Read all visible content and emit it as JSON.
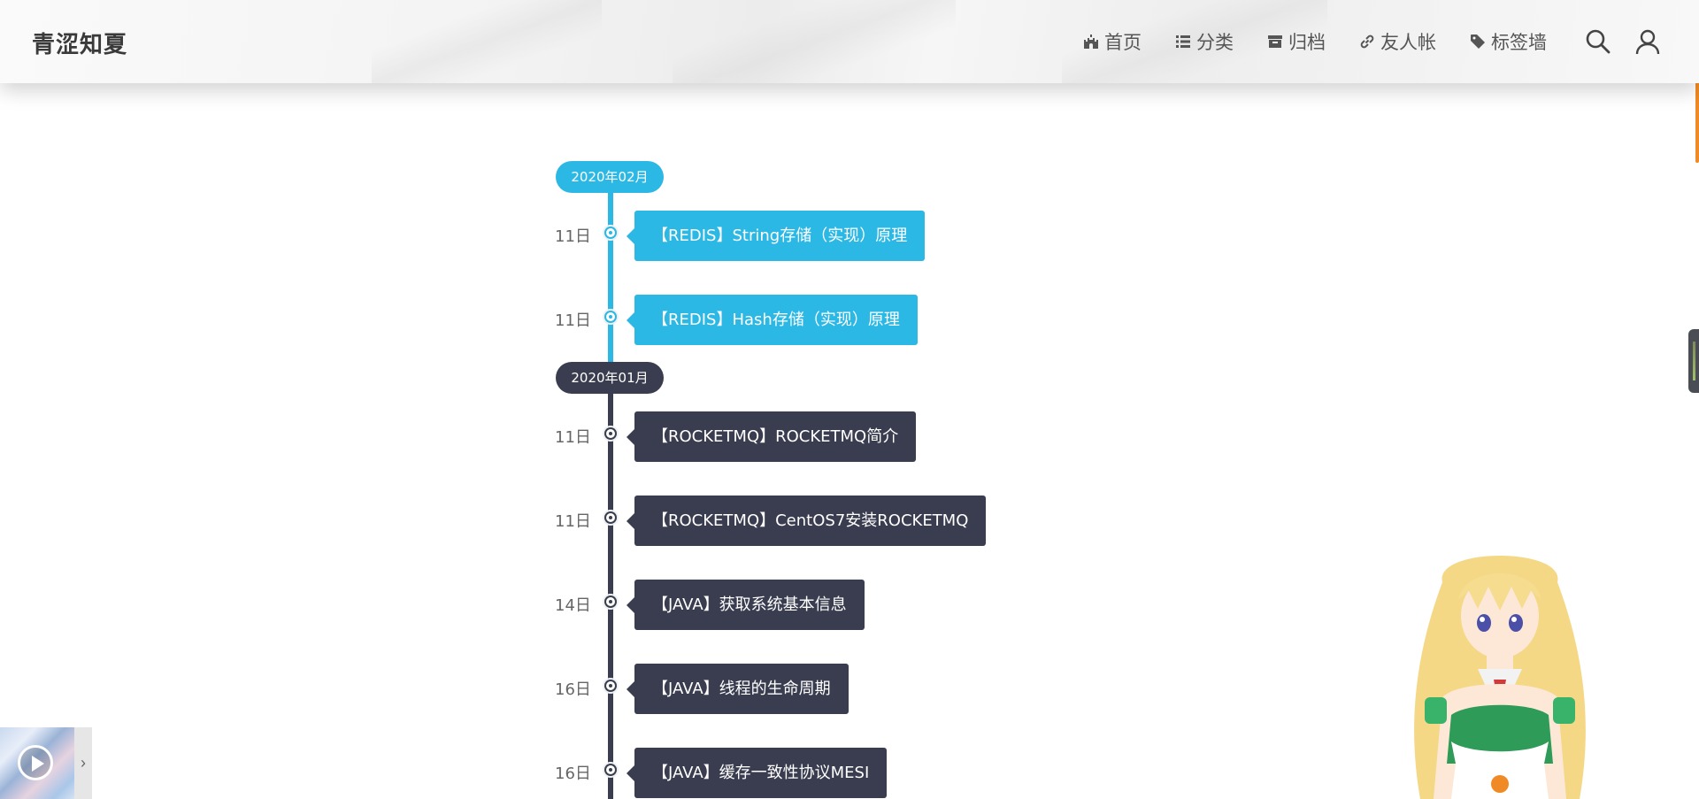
{
  "header": {
    "site_title": "青涩知夏",
    "nav": [
      {
        "label": "首页",
        "icon": "castle-icon"
      },
      {
        "label": "分类",
        "icon": "list-icon"
      },
      {
        "label": "归档",
        "icon": "archive-icon"
      },
      {
        "label": "友人帐",
        "icon": "link-icon"
      },
      {
        "label": "标签墙",
        "icon": "tag-icon"
      }
    ],
    "search_icon": "search-icon",
    "user_icon": "user-icon"
  },
  "colors": {
    "accent": "#2bb8e4",
    "dark": "#3a3d4f",
    "scroll_accent": "#f08a24"
  },
  "timeline": [
    {
      "month": "2020年02月",
      "color": "#2bb8e4",
      "posts": [
        {
          "day": "11日",
          "title": "【REDIS】String存储（实现）原理"
        },
        {
          "day": "11日",
          "title": "【REDIS】Hash存储（实现）原理"
        }
      ]
    },
    {
      "month": "2020年01月",
      "color": "#3a3d4f",
      "posts": [
        {
          "day": "11日",
          "title": "【ROCKETMQ】ROCKETMQ简介"
        },
        {
          "day": "11日",
          "title": "【ROCKETMQ】CentOS7安装ROCKETMQ"
        },
        {
          "day": "14日",
          "title": "【JAVA】获取系统基本信息"
        },
        {
          "day": "16日",
          "title": "【JAVA】线程的生命周期"
        },
        {
          "day": "16日",
          "title": "【JAVA】缓存一致性协议MESI"
        }
      ]
    }
  ],
  "player": {
    "toggle_glyph": "›"
  }
}
